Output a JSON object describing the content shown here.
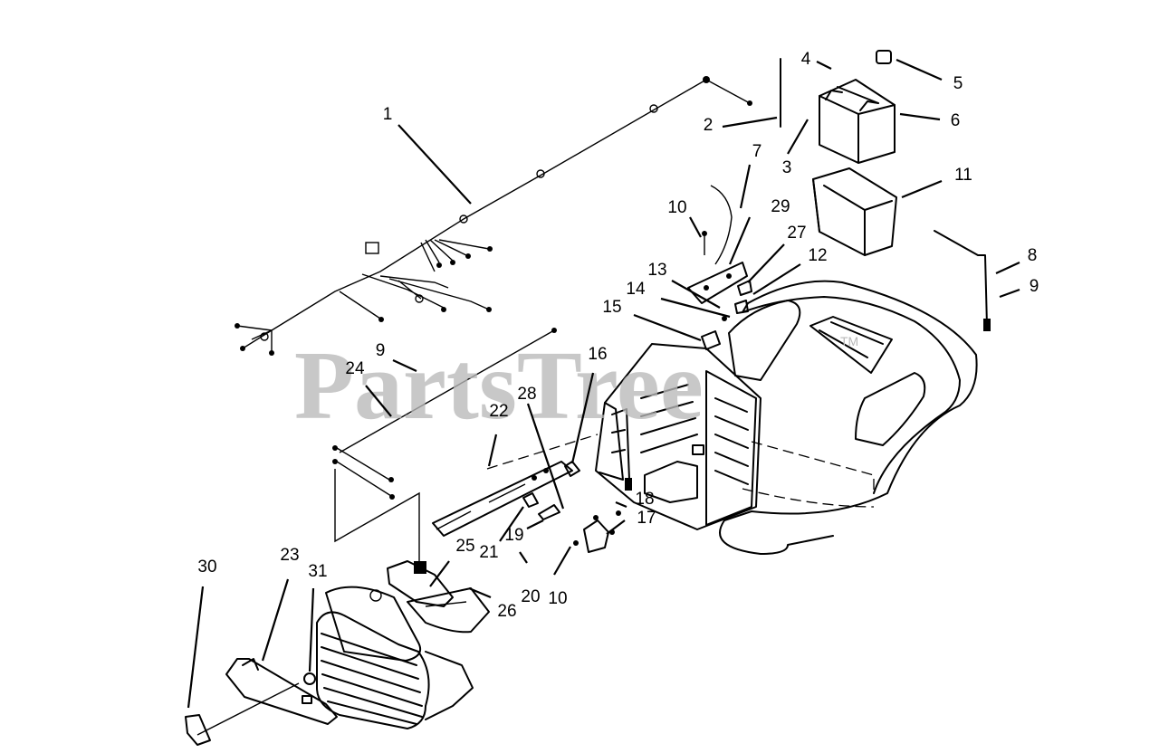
{
  "diagram": {
    "watermark": "PartsTree",
    "watermark_mark": "TM",
    "callouts": [
      "1",
      "2",
      "3",
      "4",
      "5",
      "6",
      "7",
      "8",
      "9",
      "9",
      "10",
      "10",
      "11",
      "12",
      "13",
      "14",
      "15",
      "16",
      "17",
      "18",
      "19",
      "20",
      "21",
      "22",
      "23",
      "24",
      "25",
      "26",
      "27",
      "28",
      "29",
      "30",
      "31"
    ]
  }
}
